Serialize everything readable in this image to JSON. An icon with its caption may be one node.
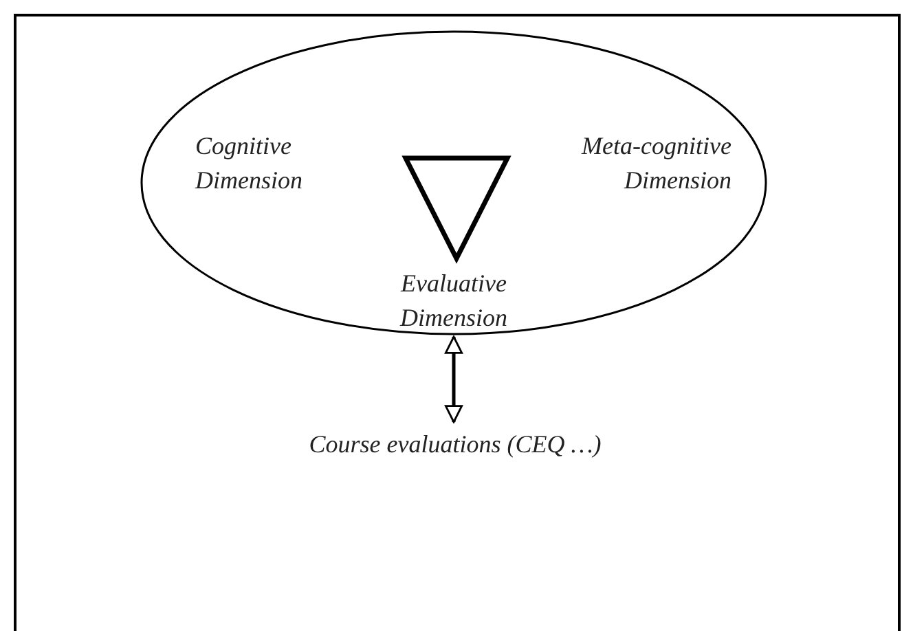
{
  "diagram": {
    "nodes": [
      {
        "text": [
          "Cognitive Dimension",
          "Meta-cognitive Dimension",
          "Evaluative Dimension"
        ]
      },
      {
        "text": [],
        "shape": "triangle",
        "in": 0
      },
      {
        "text": [
          "Course evaluations (CEQ …)"
        ]
      }
    ],
    "edges": [
      {
        "from": 0,
        "to": 2,
        "arrow": "both"
      }
    ]
  }
}
